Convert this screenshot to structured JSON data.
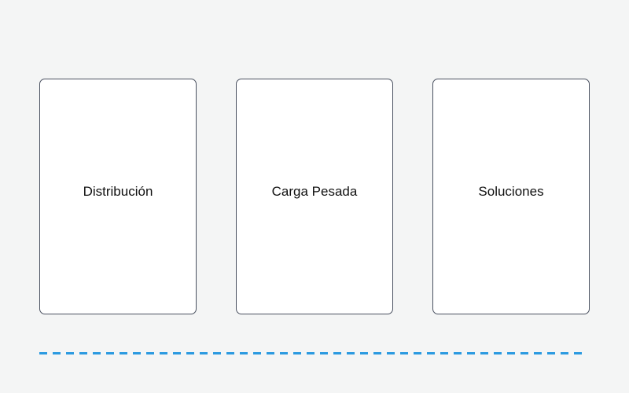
{
  "cards": [
    {
      "label": "Distribución"
    },
    {
      "label": "Carga Pesada"
    },
    {
      "label": "Soluciones"
    }
  ],
  "colors": {
    "background": "#f4f5f5",
    "card_fill": "#ffffff",
    "card_border": "#4a5160",
    "divider": "#2b9ae0"
  }
}
